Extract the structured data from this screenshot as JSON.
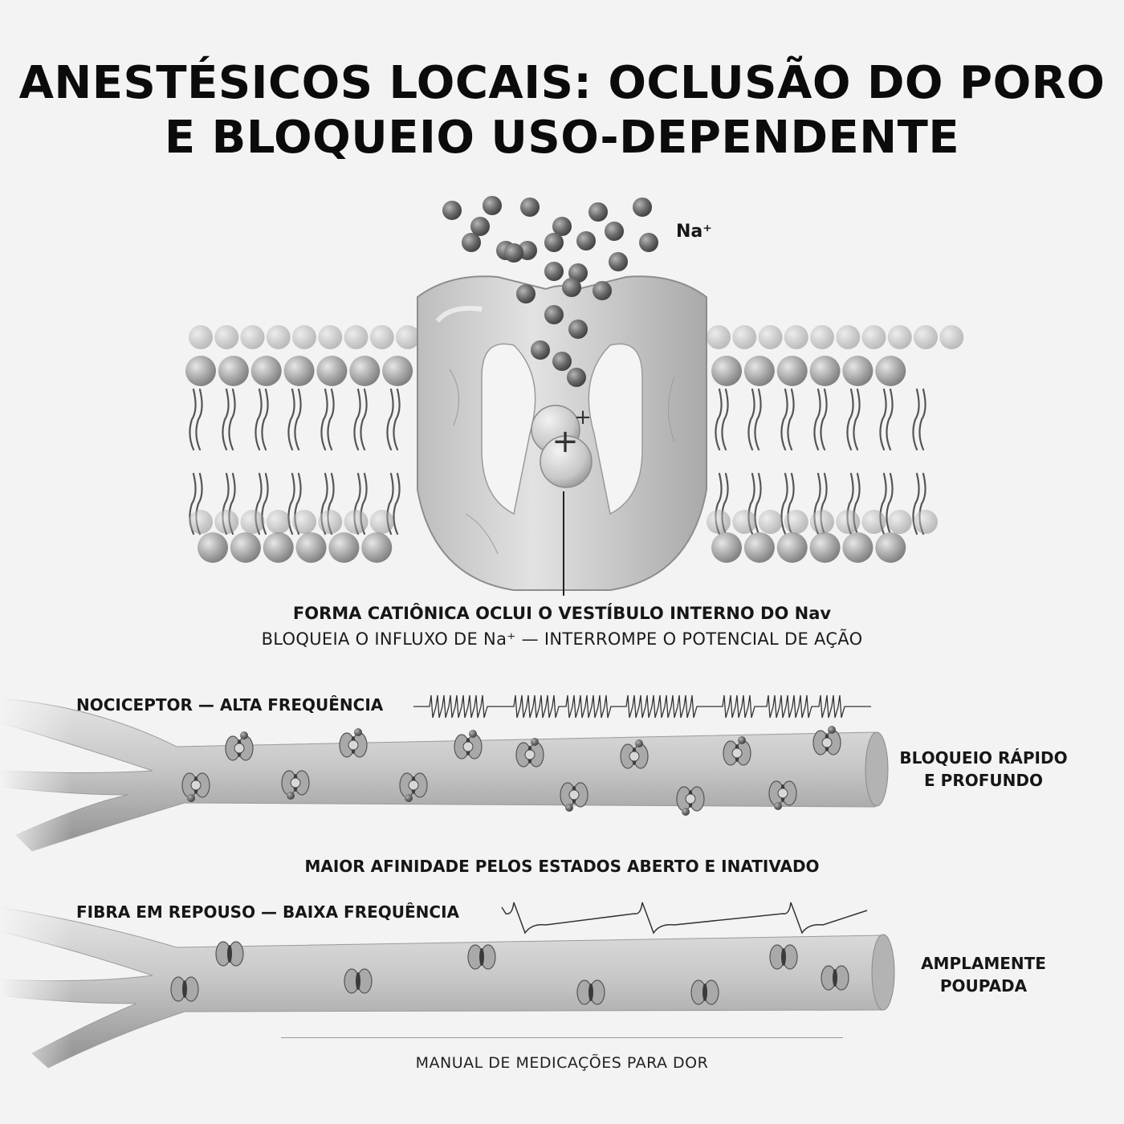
{
  "title": {
    "line1": "ANESTÉSICOS LOCAIS: OCLUSÃO DO PORO",
    "line2": "E BLOQUEIO USO-DEPENDENTE"
  },
  "channel": {
    "ion_label": "Na⁺",
    "caption_main": "FORMA CATIÔNICA OCLUI O VESTÍBULO INTERNO DO Nav",
    "caption_sub": "BLOQUEIA O INFLUXO DE Na⁺ — INTERROMPE O POTENCIAL DE AÇÃO"
  },
  "fibers": {
    "nociceptor_label": "NOCICEPTOR — ALTA FREQUÊNCIA",
    "nociceptor_result_line1": "BLOQUEIO RÁPIDO",
    "nociceptor_result_line2": "E PROFUNDO",
    "affinity_note": "MAIOR AFINIDADE PELOS ESTADOS ABERTO E INATIVADO",
    "resting_label": "FIBRA EM REPOUSO — BAIXA FREQUÊNCIA",
    "resting_result_line1": "AMPLAMENTE",
    "resting_result_line2": "POUPADA"
  },
  "footer": "MANUAL DE MEDICAÇÕES PARA DOR",
  "colors": {
    "background": "#f3f3f3",
    "membrane_head": "#a8a8a8",
    "channel_body": "#c9c9c9",
    "sodium_ion": "#6a6a6a",
    "drug_molecule": "#d6d6d6",
    "axon": "#c4c4c4"
  }
}
